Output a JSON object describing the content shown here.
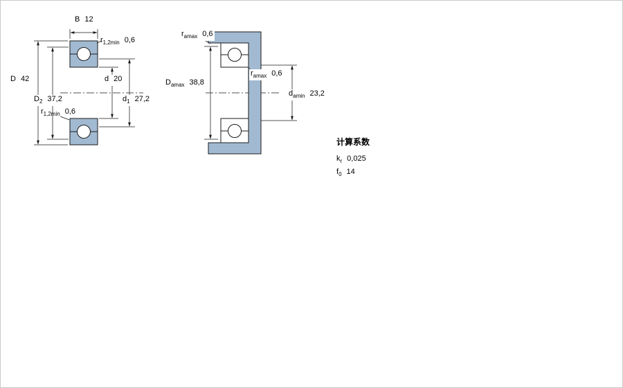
{
  "colors": {
    "steel_fill": "#a2bad1",
    "line": "#1a1a1a",
    "background": "#ffffff",
    "text": "#000000",
    "border": "#c9c9c9"
  },
  "left_view": {
    "b": {
      "sym": "B",
      "sub": "",
      "val": "12"
    },
    "d_outer": {
      "sym": "D",
      "sub": "",
      "val": "42"
    },
    "d2": {
      "sym": "D",
      "sub": "2",
      "val": "37,2"
    },
    "r_top": {
      "sym": "r",
      "sub": "1,2min",
      "val": "0,6"
    },
    "r_bottom": {
      "sym": "r",
      "sub": "1,2min",
      "val": "0,6"
    },
    "d_bore": {
      "sym": "d",
      "sub": "",
      "val": "20"
    },
    "d1": {
      "sym": "d",
      "sub": "1",
      "val": "27,2"
    }
  },
  "right_view": {
    "ra_top": {
      "sym": "r",
      "sub": "amax",
      "val": "0,6"
    },
    "da_max": {
      "sym": "D",
      "sub": "amax",
      "val": "38,8"
    },
    "ra_mid": {
      "sym": "r",
      "sub": "amax",
      "val": "0,6"
    },
    "da_min": {
      "sym": "d",
      "sub": "amin",
      "val": "23,2"
    }
  },
  "calculation_factors": {
    "title": "计算系数",
    "kr": {
      "sym": "k",
      "sub": "r",
      "val": "0,025"
    },
    "f0": {
      "sym": "f",
      "sub": "0",
      "val": "14"
    }
  }
}
